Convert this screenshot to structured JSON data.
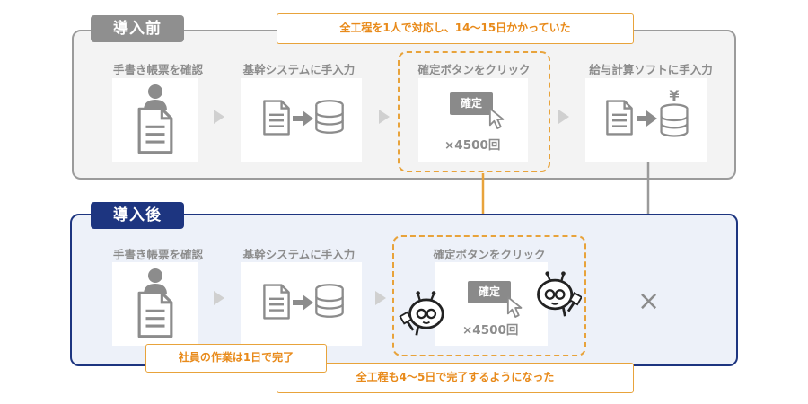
{
  "before": {
    "tag": "導入前",
    "callout": "全工程を1人で対応し、14〜15日かかっていた",
    "steps": [
      {
        "label": "手書き帳票を確認",
        "icon": "person-document-icon"
      },
      {
        "label": "基幹システムに手入力",
        "icon": "document-to-database-icon"
      },
      {
        "label": "確定ボタンをクリック",
        "icon": "click-button-icon"
      },
      {
        "label": "給与計算ソフトに手入力",
        "icon": "document-to-yen-coins-icon"
      }
    ],
    "button_label": "確定",
    "count": "×4500回"
  },
  "after": {
    "tag": "導入後",
    "steps": [
      {
        "label": "手書き帳票を確認",
        "icon": "person-document-icon"
      },
      {
        "label": "基幹システムに手入力",
        "icon": "document-to-database-icon"
      },
      {
        "label": "確定ボタンをクリック",
        "icon": "robot-click-button-icon"
      }
    ],
    "button_label": "確定",
    "count": "×4500回",
    "removed_mark": "×",
    "person_callout": "社員の作業は1日で完了",
    "callout": "全工程も4〜5日で完了するようになった"
  },
  "colors": {
    "accent_orange": "#e8a33b",
    "navy": "#1d3580",
    "gray": "#8f8f8f"
  }
}
